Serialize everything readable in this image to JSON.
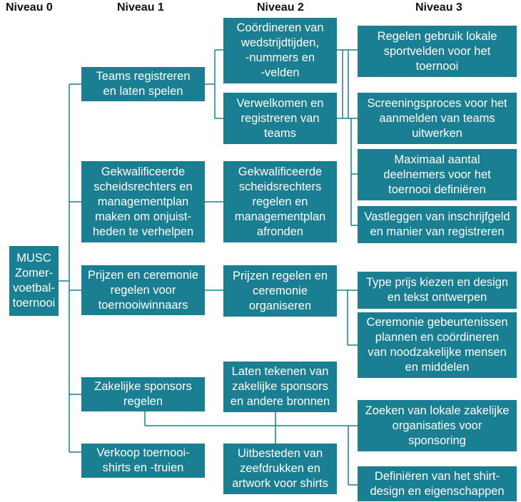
{
  "headers": {
    "level0": "Niveau 0",
    "level1": "Niveau 1",
    "level2": "Niveau 2",
    "level3": "Niveau 3"
  },
  "nodes": {
    "root": "MUSC\nZomer-\nvoetbal-\ntoernooi",
    "l1_teams": "Teams registreren\nen laten spelen",
    "l1_referees": "Gekwalificeerde\nscheidsrechters en\nmanagementplan\nmaken om onjuist-\nheden te verhelpen",
    "l1_prizes": "Prijzen en ceremonie\nregelen voor\ntoernooiwinnaars",
    "l1_sponsors": "Zakelijke sponsors\nregelen",
    "l1_shirts": "Verkoop toernooi-\nshirts en -truien",
    "l2_coord": "Coördineren van\nwedstrijdtijden,\n-nummers en\n-velden",
    "l2_welcome": "Verwelkomen en\nregistreren van\nteams",
    "l2_referees": "Gekwalificeerde\nscheidsrechters\nregelen en\nmanagementplan\nafronden",
    "l2_prizes": "Prijzen regelen en\nceremonie\norganiseren",
    "l2_signing": "Laten tekenen van\nzakelijke sponsors\nen andere bronnen",
    "l2_outsource": "Uitbesteden van\nzeefdrukken en\nartwork voor shirts",
    "l3_fields": "Regelen gebruik lokale\nsportvelden voor het\ntoernooi",
    "l3_screening": "Screeningsproces voor het\naanmelden van teams\nuitwerken",
    "l3_max": "Maximaal aantal\ndeelnemers voor het\ntoernooi definiëren",
    "l3_fee": "Vastleggen van inschrijfgeld\nen manier van registreren",
    "l3_prize_type": "Type prijs kiezen en design\nen tekst ontwerpen",
    "l3_ceremony": "Ceremonie gebeurtenissen\nplannen en coördineren\nvan noodzakelijke mensen\nen middelen",
    "l3_search": "Zoeken van lokale zakelijke\norganisaties voor\nsponsoring",
    "l3_design": "Definiëren van het shirt-\ndesign en eigenschappen"
  },
  "colors": {
    "box_fill": "#1a7f93",
    "box_text": "#ffffff",
    "connector": "#1a7f93"
  }
}
